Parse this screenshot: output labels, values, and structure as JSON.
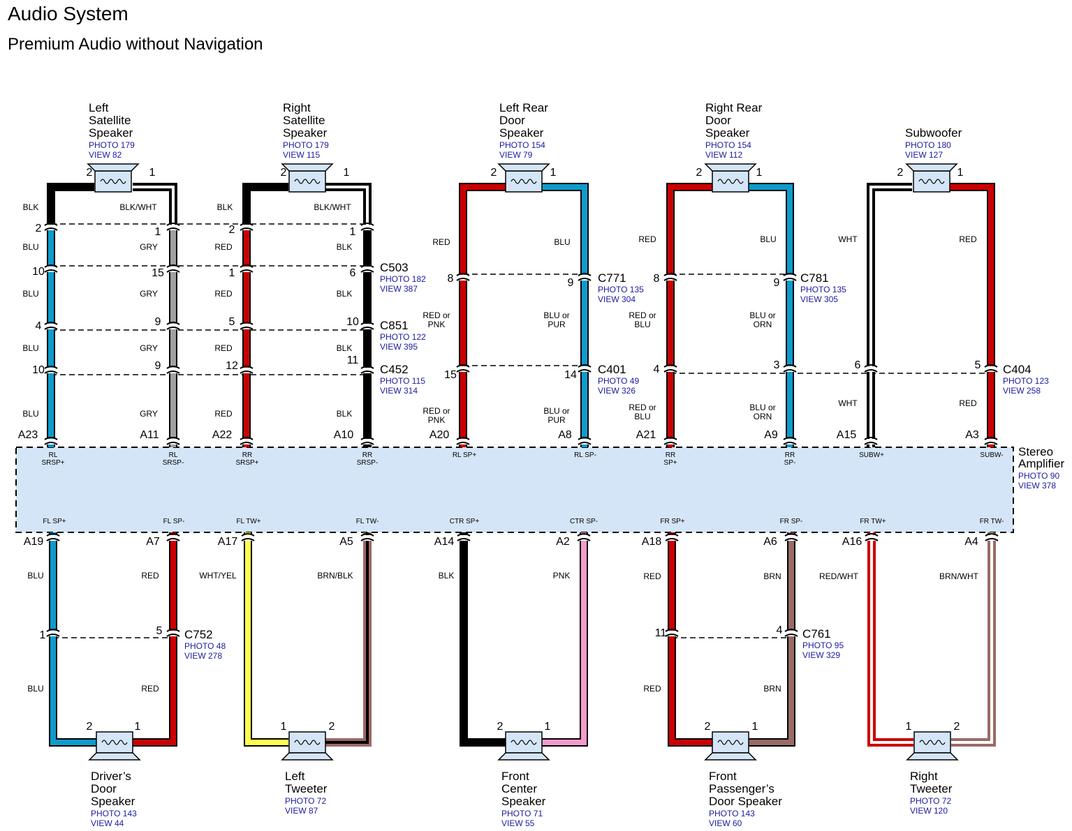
{
  "title": "Audio System",
  "subtitle": "Premium Audio without Navigation",
  "colors": {
    "RED": "#cc0000",
    "BLU": "#0d9ccc",
    "BLK": "#000000",
    "GRY": "#a0a0a0",
    "PNK": "#f59bcb",
    "YEL": "#ffff50",
    "BRN": "#9a6a66",
    "WHT": "#ffffff",
    "amp_fill": "#d4e5f7",
    "ref_text": "#1a1aa0"
  },
  "amplifier": {
    "label_lines": [
      "Stereo",
      "Amplifier"
    ],
    "ref_lines": [
      "PHOTO 90",
      "VIEW 378"
    ]
  },
  "speakers_top": [
    {
      "lines": [
        "Left",
        "Satellite",
        "Speaker"
      ],
      "refs": [
        "PHOTO 179",
        "VIEW 82"
      ]
    },
    {
      "lines": [
        "Right",
        "Satellite",
        "Speaker"
      ],
      "refs": [
        "PHOTO 179",
        "VIEW 115"
      ]
    },
    {
      "lines": [
        "Left Rear",
        "Door",
        "Speaker"
      ],
      "refs": [
        "PHOTO 154",
        "VIEW 79"
      ]
    },
    {
      "lines": [
        "Right Rear",
        "Door",
        "Speaker"
      ],
      "refs": [
        "PHOTO 154",
        "VIEW 112"
      ]
    },
    {
      "lines": [
        "Subwoofer"
      ],
      "refs": [
        "PHOTO 180",
        "VIEW 127"
      ]
    }
  ],
  "speakers_bottom": [
    {
      "lines": [
        "Driver’s",
        "Door",
        "Speaker"
      ],
      "refs": [
        "PHOTO 143",
        "VIEW 44"
      ]
    },
    {
      "lines": [
        "Left",
        "Tweeter"
      ],
      "refs": [
        "PHOTO 72",
        "VIEW 87"
      ]
    },
    {
      "lines": [
        "Front",
        "Center",
        "Speaker"
      ],
      "refs": [
        "PHOTO 71",
        "VIEW 55"
      ]
    },
    {
      "lines": [
        "Front",
        "Passenger’s",
        "Door Speaker"
      ],
      "refs": [
        "PHOTO 143",
        "VIEW 60"
      ]
    },
    {
      "lines": [
        "Right",
        "Tweeter"
      ],
      "refs": [
        "PHOTO 72",
        "VIEW 120"
      ]
    }
  ],
  "speaker_pins": {
    "top": [
      "1",
      "2",
      "1",
      "2",
      "2",
      "1",
      "2",
      "1",
      "2",
      "1"
    ],
    "bottom": [
      "2",
      "1",
      "1",
      "2",
      "2",
      "1",
      "2",
      "1",
      "1",
      "2"
    ]
  },
  "connectors": [
    {
      "name": "C503",
      "refs": [
        "PHOTO 182",
        "VIEW 387"
      ]
    },
    {
      "name": "C851",
      "refs": [
        "PHOTO 122",
        "VIEW 395"
      ]
    },
    {
      "name": "C452",
      "refs": [
        "PHOTO 115",
        "VIEW 314"
      ]
    },
    {
      "name": "C771",
      "refs": [
        "PHOTO 135",
        "VIEW 304"
      ]
    },
    {
      "name": "C401",
      "refs": [
        "PHOTO 49",
        "VIEW 326"
      ]
    },
    {
      "name": "C781",
      "refs": [
        "PHOTO 135",
        "VIEW 305"
      ]
    },
    {
      "name": "C404",
      "refs": [
        "PHOTO 123",
        "VIEW 258"
      ]
    },
    {
      "name": "C752",
      "refs": [
        "PHOTO 48",
        "VIEW 278"
      ]
    },
    {
      "name": "C761",
      "refs": [
        "PHOTO 95",
        "VIEW 329"
      ]
    }
  ],
  "connector_pins": [
    {
      "text": "2"
    },
    {
      "text": "1"
    },
    {
      "text": "2"
    },
    {
      "text": "1"
    },
    {
      "text": "10"
    },
    {
      "text": "15"
    },
    {
      "text": "1"
    },
    {
      "text": "6"
    },
    {
      "text": "4"
    },
    {
      "text": "9"
    },
    {
      "text": "5"
    },
    {
      "text": "10"
    },
    {
      "text": "10"
    },
    {
      "text": "9"
    },
    {
      "text": "12"
    },
    {
      "text": "11"
    },
    {
      "text": "8"
    },
    {
      "text": "9"
    },
    {
      "text": "15"
    },
    {
      "text": "14"
    },
    {
      "text": "8"
    },
    {
      "text": "9"
    },
    {
      "text": "4"
    },
    {
      "text": "3"
    },
    {
      "text": "6"
    },
    {
      "text": "5"
    },
    {
      "text": "1"
    },
    {
      "text": "5"
    },
    {
      "text": "11"
    },
    {
      "text": "4"
    }
  ],
  "amp_pins": [
    "A23",
    "A11",
    "A22",
    "A10",
    "A20",
    "A8",
    "A21",
    "A9",
    "A15",
    "A3",
    "A19",
    "A7",
    "A17",
    "A5",
    "A14",
    "A2",
    "A18",
    "A6",
    "A16",
    "A4"
  ],
  "amp_terminals": [
    [
      "RL",
      "SRSP+"
    ],
    [
      "RL",
      "SRSP-"
    ],
    [
      "RR",
      "SRSP+"
    ],
    [
      "RR",
      "SRSP-"
    ],
    [
      "RL SP+"
    ],
    [
      "RL SP-"
    ],
    [
      "RR",
      "SP+"
    ],
    [
      "RR",
      "SP-"
    ],
    [
      "SUBW+"
    ],
    [
      "SUBW-"
    ],
    [
      "FL SP+"
    ],
    [
      "FL SP-"
    ],
    [
      "FL TW+"
    ],
    [
      "FL TW-"
    ],
    [
      "CTR SP+"
    ],
    [
      "CTR SP-"
    ],
    [
      "FR SP+"
    ],
    [
      "FR SP-"
    ],
    [
      "FR TW+"
    ],
    [
      "FR TW-"
    ]
  ],
  "wire_labels": [
    {
      "lines": [
        "BLK"
      ]
    },
    {
      "lines": [
        "BLK/WHT"
      ]
    },
    {
      "lines": [
        "BLK"
      ]
    },
    {
      "lines": [
        "BLK/WHT"
      ]
    },
    {
      "lines": [
        "BLU"
      ]
    },
    {
      "lines": [
        "GRY"
      ]
    },
    {
      "lines": [
        "RED"
      ]
    },
    {
      "lines": [
        "BLK"
      ]
    },
    {
      "lines": [
        "BLU"
      ]
    },
    {
      "lines": [
        "GRY"
      ]
    },
    {
      "lines": [
        "RED"
      ]
    },
    {
      "lines": [
        "BLK"
      ]
    },
    {
      "lines": [
        "BLU"
      ]
    },
    {
      "lines": [
        "GRY"
      ]
    },
    {
      "lines": [
        "RED"
      ]
    },
    {
      "lines": [
        "BLK"
      ]
    },
    {
      "lines": [
        "BLU"
      ]
    },
    {
      "lines": [
        "GRY"
      ]
    },
    {
      "lines": [
        "RED"
      ]
    },
    {
      "lines": [
        "BLK"
      ]
    },
    {
      "lines": [
        "RED"
      ]
    },
    {
      "lines": [
        "BLU"
      ]
    },
    {
      "lines": [
        "RED or",
        "PNK"
      ]
    },
    {
      "lines": [
        "BLU or",
        "PUR"
      ]
    },
    {
      "lines": [
        "RED or",
        "PNK"
      ]
    },
    {
      "lines": [
        "BLU or",
        "PUR"
      ]
    },
    {
      "lines": [
        "RED"
      ]
    },
    {
      "lines": [
        "BLU"
      ]
    },
    {
      "lines": [
        "RED or",
        "BLU"
      ]
    },
    {
      "lines": [
        "BLU or",
        "ORN"
      ]
    },
    {
      "lines": [
        "RED or",
        "BLU"
      ]
    },
    {
      "lines": [
        "BLU or",
        "ORN"
      ]
    },
    {
      "lines": [
        "WHT"
      ]
    },
    {
      "lines": [
        "RED"
      ]
    },
    {
      "lines": [
        "WHT"
      ]
    },
    {
      "lines": [
        "RED"
      ]
    },
    {
      "lines": [
        "BLU"
      ]
    },
    {
      "lines": [
        "RED"
      ]
    },
    {
      "lines": [
        "BLU"
      ]
    },
    {
      "lines": [
        "RED"
      ]
    },
    {
      "lines": [
        "WHT/YEL"
      ]
    },
    {
      "lines": [
        "BRN/BLK"
      ]
    },
    {
      "lines": [
        "BLK"
      ]
    },
    {
      "lines": [
        "PNK"
      ]
    },
    {
      "lines": [
        "RED"
      ]
    },
    {
      "lines": [
        "BRN"
      ]
    },
    {
      "lines": [
        "RED"
      ]
    },
    {
      "lines": [
        "BRN"
      ]
    },
    {
      "lines": [
        "RED/WHT"
      ]
    },
    {
      "lines": [
        "BRN/WHT"
      ]
    }
  ]
}
